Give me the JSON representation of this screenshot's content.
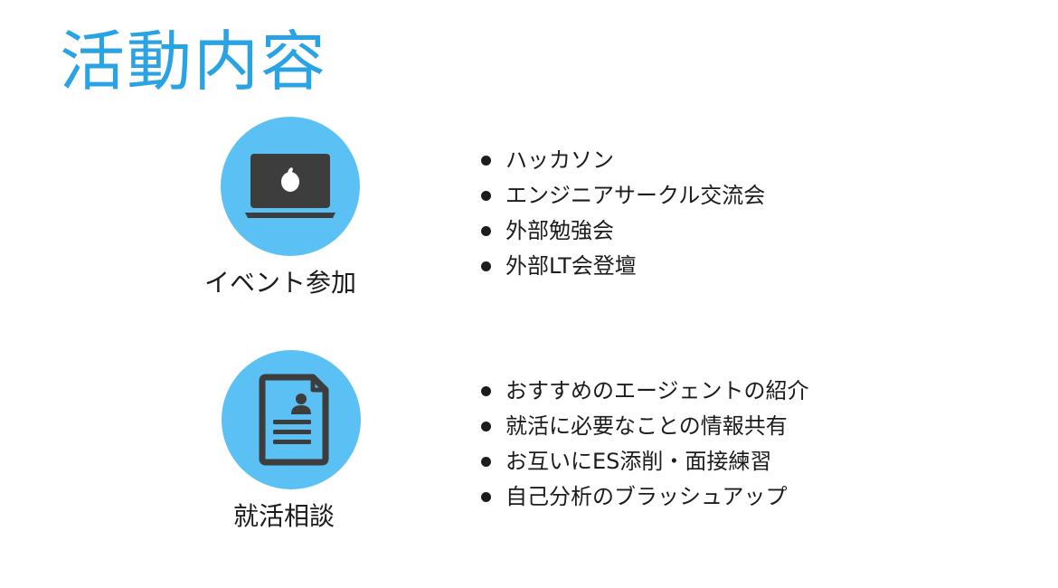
{
  "page": {
    "title": "活動内容"
  },
  "sections": [
    {
      "label": "イベント参加",
      "icon": "laptop-icon",
      "items": [
        "ハッカソン",
        "エンジニアサークル交流会",
        "外部勉強会",
        "外部LT会登壇"
      ]
    },
    {
      "label": "就活相談",
      "icon": "resume-document-icon",
      "items": [
        "おすすめのエージェントの紹介",
        "就活に必要なことの情報共有",
        "お互いにES添削・面接練習",
        "自己分析のブラッシュアップ"
      ]
    }
  ],
  "colors": {
    "title": "#2aa3e4",
    "icon_circle": "#5bc0f3",
    "icon_glyph": "#3d3d3d",
    "text": "#1c1c1c"
  }
}
